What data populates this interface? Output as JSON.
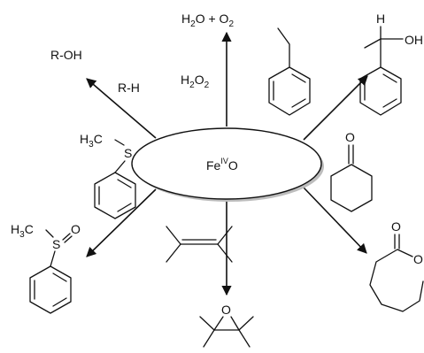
{
  "center": {
    "label_main": "Fe",
    "label_sup": "IV",
    "label_end": "O"
  },
  "reactions": {
    "peroxide": {
      "reagent_h": "H",
      "reagent_sub": "2",
      "reagent_o": "O",
      "reagent_sub2": "2",
      "product_h": "H",
      "product_sub": "2",
      "product_o": "O",
      "product_plus": " + ",
      "product_o2": "O",
      "product_o2_sub": "2"
    },
    "hydroxylation": {
      "reagent": "R-H",
      "product": "R-OH"
    },
    "benzylic": {
      "product_h": "H",
      "product_oh": "OH"
    },
    "sulfoxidation": {
      "reagent_h": "H",
      "reagent_sub": "3",
      "reagent_c": "C",
      "reagent_s": "S",
      "product_h": "H",
      "product_sub": "3",
      "product_c": "C",
      "product_s": "S",
      "product_o": "O"
    },
    "baeyer_villiger": {
      "reagent_o": "O",
      "product_o1": "O",
      "product_o2": "O"
    },
    "epoxidation": {
      "product_o": "O"
    }
  }
}
